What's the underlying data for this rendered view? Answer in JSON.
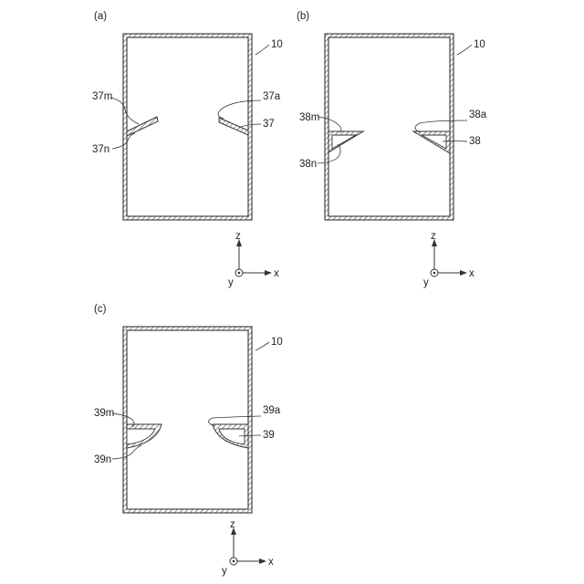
{
  "panels": [
    {
      "label": "(a)",
      "housing": "10",
      "left_label_top": "37m",
      "left_label_bottom": "37n",
      "right_label_top": "37a",
      "right_label_bottom": "37"
    },
    {
      "label": "(b)",
      "housing": "10",
      "left_label_top": "38m",
      "left_label_bottom": "38n",
      "right_label_top": "38a",
      "right_label_bottom": "38"
    },
    {
      "label": "(c)",
      "housing": "10",
      "left_label_top": "39m",
      "left_label_bottom": "39n",
      "right_label_top": "39a",
      "right_label_bottom": "39"
    }
  ],
  "axes": {
    "z_label": "z",
    "x_label": "x",
    "y_label": "y"
  }
}
